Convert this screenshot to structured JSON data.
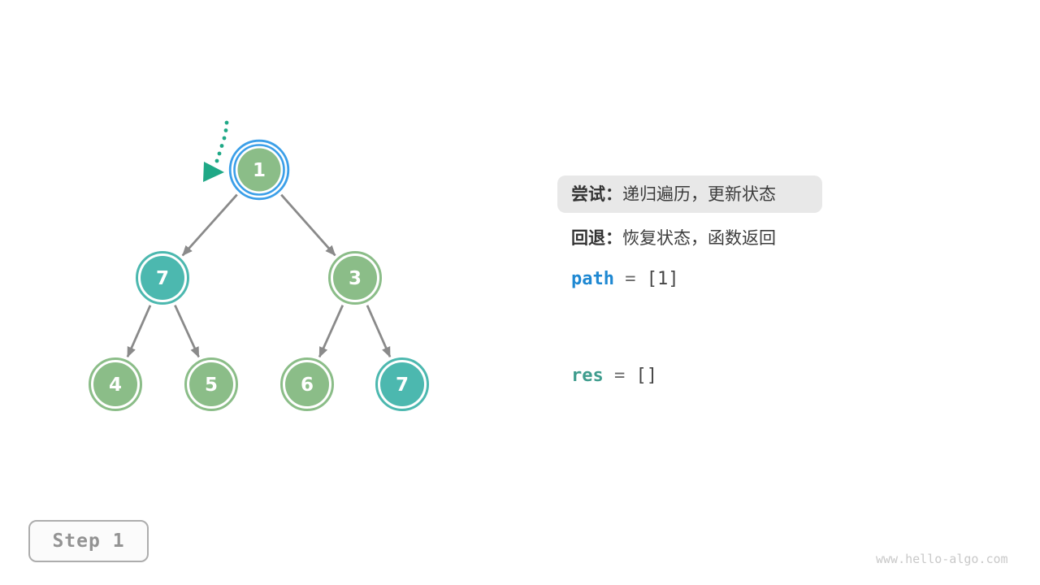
{
  "tree": {
    "pointer": {
      "icon": "dotted-arrow",
      "points_to": "root node 1"
    },
    "nodes": [
      {
        "value": "1",
        "role": "root",
        "fill": "green",
        "highlighted": true
      },
      {
        "value": "7",
        "role": "left-child",
        "fill": "teal",
        "highlighted": false
      },
      {
        "value": "3",
        "role": "right-child",
        "fill": "green",
        "highlighted": false
      },
      {
        "value": "4",
        "role": "leaf",
        "fill": "green",
        "highlighted": false
      },
      {
        "value": "5",
        "role": "leaf",
        "fill": "green",
        "highlighted": false
      },
      {
        "value": "6",
        "role": "leaf",
        "fill": "green",
        "highlighted": false
      },
      {
        "value": "7",
        "role": "leaf",
        "fill": "teal",
        "highlighted": false
      }
    ],
    "edges": [
      [
        "1",
        "7"
      ],
      [
        "1",
        "3"
      ],
      [
        "7",
        "4"
      ],
      [
        "7",
        "5"
      ],
      [
        "3",
        "6"
      ],
      [
        "3",
        "7"
      ]
    ]
  },
  "panel": {
    "try": {
      "label": "尝试：",
      "text": "递归遍历，更新状态",
      "highlighted": true
    },
    "back": {
      "label": "回退：",
      "text": "恢复状态，函数返回",
      "highlighted": false
    },
    "path": {
      "name": "path",
      "equals": "=",
      "value": "[1]"
    },
    "res": {
      "name": "res",
      "equals": "=",
      "value": "[]"
    }
  },
  "step_badge": {
    "label": "Step 1"
  },
  "watermark": {
    "text": "www.hello-algo.com"
  },
  "colors": {
    "node_green": "#8BBD88",
    "node_teal": "#4CB8AF",
    "highlight_ring_blue": "#3B9FE8",
    "edge_gray": "#8A8A8A",
    "pointer_teal": "#1FA886",
    "path_blue": "#1E88D2",
    "res_teal": "#3E9C8D",
    "text_dark": "#3C3C3C",
    "highlight_bg": "#E8E8E8"
  }
}
